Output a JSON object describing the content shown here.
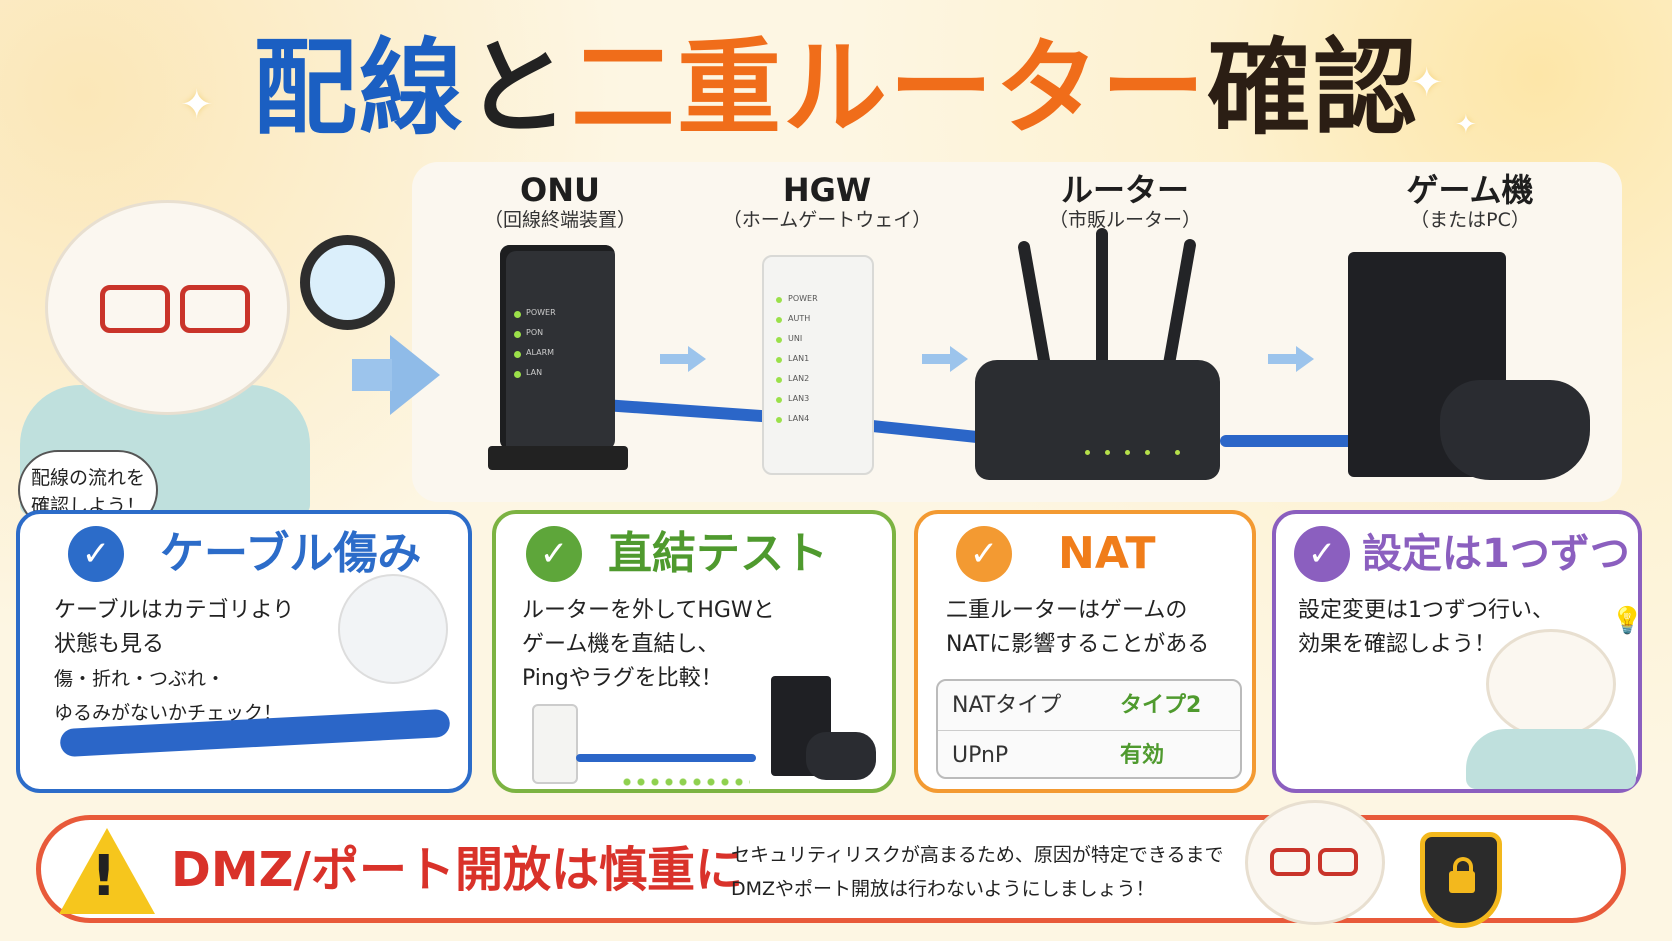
{
  "title": {
    "part1": "配線",
    "part2": "と",
    "part3": "二重ルーター",
    "part4": "確認"
  },
  "devices": [
    {
      "name": "ONU",
      "sub": "（回線終端装置）"
    },
    {
      "name": "HGW",
      "sub": "（ホームゲートウェイ）"
    },
    {
      "name": "ルーター",
      "sub": "（市販ルーター）"
    },
    {
      "name": "ゲーム機",
      "sub": "（またはPC）"
    }
  ],
  "onu_leds": [
    "POWER",
    "PON",
    "ALARM",
    "LAN"
  ],
  "hgw_leds": [
    "POWER",
    "AUTH",
    "UNI",
    "LAN1",
    "LAN2",
    "LAN3",
    "LAN4"
  ],
  "cat_bubble": {
    "line1": "配線の流れを",
    "line2": "確認しよう！"
  },
  "cards": {
    "cable": {
      "title": "ケーブル傷み",
      "line1": "ケーブルはカテゴリより",
      "line2": "状態も見る",
      "line3": "傷・折れ・つぶれ・",
      "line4": "ゆるみがないかチェック！"
    },
    "direct": {
      "title": "直結テスト",
      "line1": "ルーターを外してHGWと",
      "line2": "ゲーム機を直結し、",
      "line3": "Pingやラグを比較！"
    },
    "nat": {
      "title": "NAT",
      "line1": "二重ルーターはゲームの",
      "line2": "NATに影響することがある",
      "rows": [
        {
          "key": "NATタイプ",
          "value": "タイプ2"
        },
        {
          "key": "UPnP",
          "value": "有効"
        }
      ]
    },
    "settings": {
      "title": "設定は1つずつ",
      "line1": "設定変更は1つずつ行い、",
      "line2": "効果を確認しよう！"
    }
  },
  "dmz": {
    "title": "DMZ/ポート開放は慎重に",
    "line1": "セキュリティリスクが高まるため、原因が特定できるまで",
    "line2": "DMZやポート開放は行わないようにしましょう！"
  },
  "colors": {
    "blue": "#2c6cc9",
    "orange": "#f06d1a",
    "green": "#5ea63a",
    "purple": "#8b5fbf",
    "red": "#d9322a"
  }
}
